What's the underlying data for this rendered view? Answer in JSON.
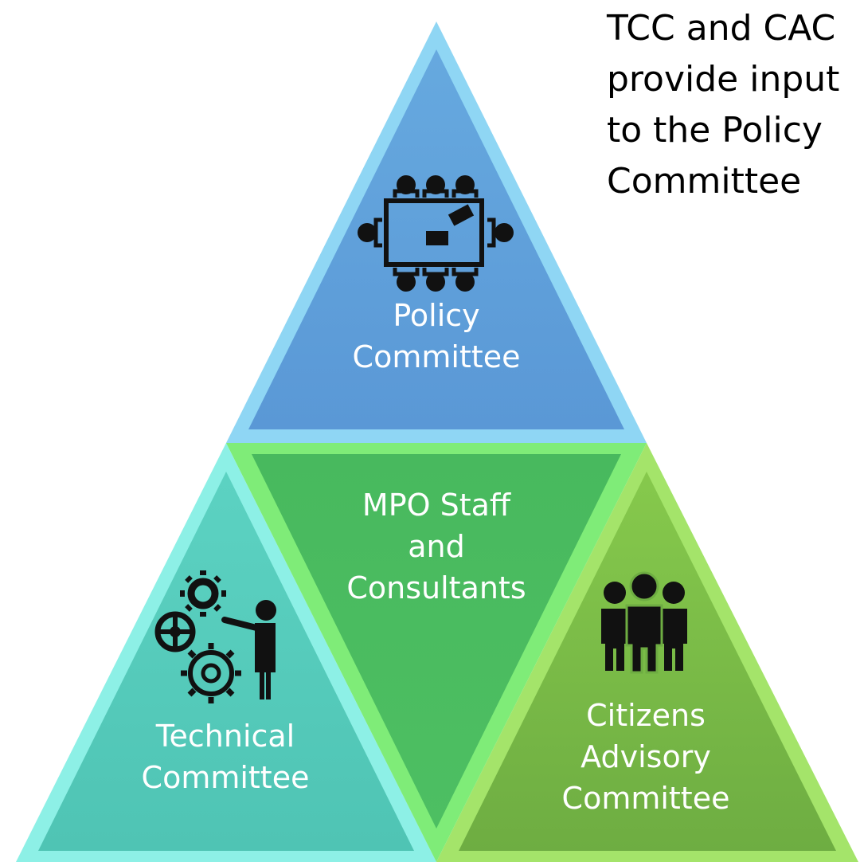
{
  "note": {
    "lines": [
      "TCC and CAC",
      "provide input",
      "to the Policy",
      "Committee"
    ]
  },
  "tiers": {
    "policy": {
      "lines": [
        "Policy",
        "Committee"
      ],
      "color": "#5b9bd5"
    },
    "staff": {
      "lines": [
        "MPO Staff",
        "and",
        "Consultants"
      ],
      "color": "#4cbb61"
    },
    "technical": {
      "lines": [
        "Technical",
        "Committee"
      ],
      "color": "#52c8b8"
    },
    "citizens": {
      "lines": [
        "Citizens",
        "Advisory",
        "Committee"
      ],
      "color": "#73b245"
    }
  },
  "icons": {
    "policy": "meeting-table-icon",
    "technical": "gears-presenter-icon",
    "citizens": "group-of-people-icon"
  }
}
